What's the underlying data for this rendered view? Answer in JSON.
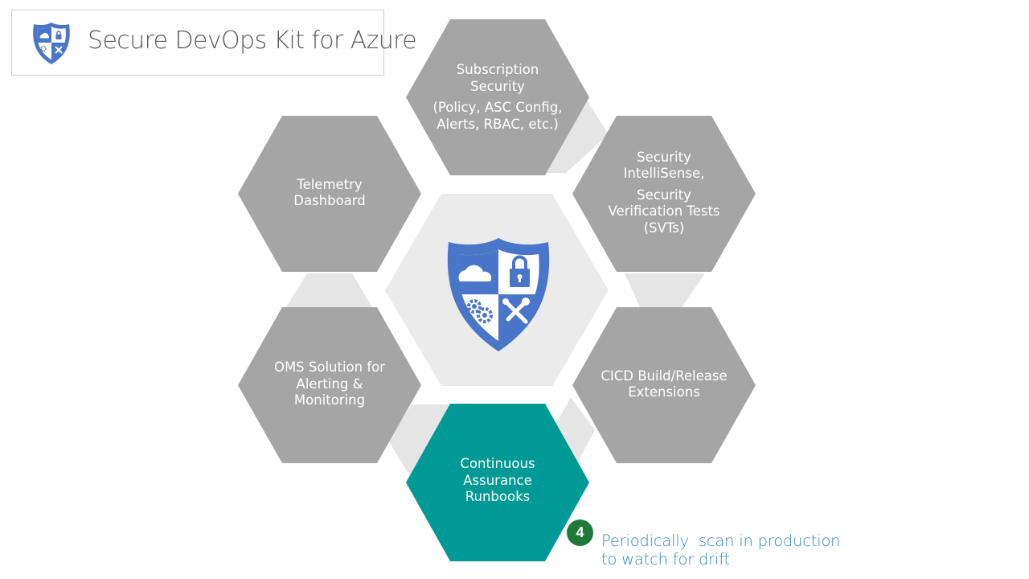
{
  "header": {
    "title": "Secure DevOps Kit for Azure",
    "logo_icon": "shield-logo-icon"
  },
  "center": {
    "icon": "azsk-shield-icon",
    "quadrants": [
      "cloud-icon",
      "lock-icon",
      "gears-icon",
      "tools-icon"
    ]
  },
  "hexagons": {
    "subscription_security": {
      "line1": "Subscription",
      "line2": "Security",
      "line3": "(Policy, ASC Config,",
      "line4": "Alerts, RBAC, etc.)"
    },
    "security_intellisense": {
      "line1": "Security",
      "line2": "IntelliSense,",
      "line3": "Security",
      "line4": "Verification Tests",
      "line5": "(SVTs)"
    },
    "telemetry_dashboard": {
      "line1": "Telemetry",
      "line2": "Dashboard"
    },
    "oms_solution": {
      "line1": "OMS Solution for",
      "line2": "Alerting &",
      "line3": "Monitoring"
    },
    "cicd_extensions": {
      "line1": "CICD Build/Release",
      "line2": "Extensions"
    },
    "continuous_assurance": {
      "line1": "Continuous",
      "line2": "Assurance",
      "line3": "Runbooks"
    }
  },
  "callout": {
    "badge": "4",
    "line1": "Periodically  scan in production",
    "line2": "to watch for drift"
  },
  "colors": {
    "hex_gray": "#a6a5a5",
    "hex_highlight": "#009a96",
    "center_hex": "#ebebeb",
    "connector": "#e5e5e5",
    "shield_blue": "#4a76c9",
    "badge_green": "#1d7a3a",
    "note_blue": "#2e86c1",
    "title_gray": "#595959"
  }
}
